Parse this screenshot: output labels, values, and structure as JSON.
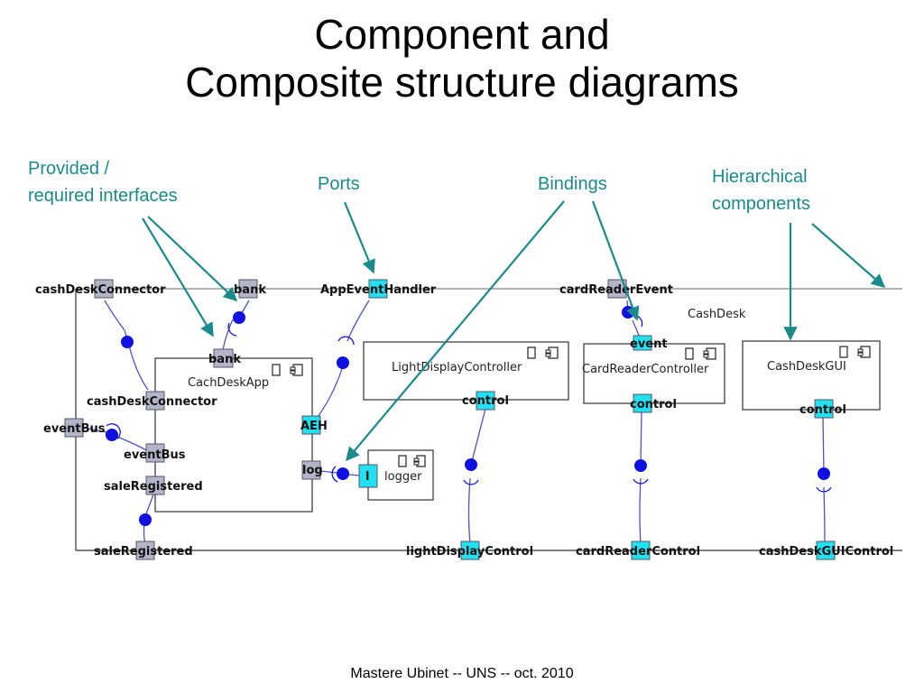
{
  "title": {
    "line1": "Component and",
    "line2": "Composite structure diagrams"
  },
  "callouts": {
    "interfaces_line1": "Provided /",
    "interfaces_line2": "required interfaces",
    "ports": "Ports",
    "bindings": "Bindings",
    "hierarchical_line1": "Hierarchical",
    "hierarchical_line2": "components"
  },
  "components": {
    "cashdesk": "CashDesk",
    "cashdeskapp": "CachDeskApp",
    "lightdisplay": "LightDisplayController",
    "cardreader": "CardReaderController",
    "cashdeskgui": "CashDeskGUI",
    "logger": "logger"
  },
  "ports": {
    "cashDeskConnector_ext": "cashDeskConnector",
    "bank_ext": "bank",
    "appEventHandler": "AppEventHandler",
    "cardReaderEvent": "cardReaderEvent",
    "bank_app": "bank",
    "cashDeskConnector_app": "cashDeskConnector",
    "eventBus_ext": "eventBus",
    "eventBus_app": "eventBus",
    "saleRegistered_app": "saleRegistered",
    "saleRegistered_ext": "saleRegistered",
    "aeh": "AEH",
    "log": "log",
    "logger_port": "l",
    "event": "event",
    "control_light": "control",
    "control_card": "control",
    "control_gui": "control",
    "lightDisplayControl": "lightDisplayControl",
    "cardReaderControl": "cardReaderControl",
    "cashDeskGUIControl": "cashDeskGUIControl"
  },
  "footer": "Mastere Ubinet  --  UNS -- oct. 2010",
  "colors": {
    "teal": "#1a8a8a",
    "port_gray": "#b4b4c8",
    "port_cyan": "#22e0f0",
    "ball": "#1010e0",
    "wire": "#5050c8"
  }
}
